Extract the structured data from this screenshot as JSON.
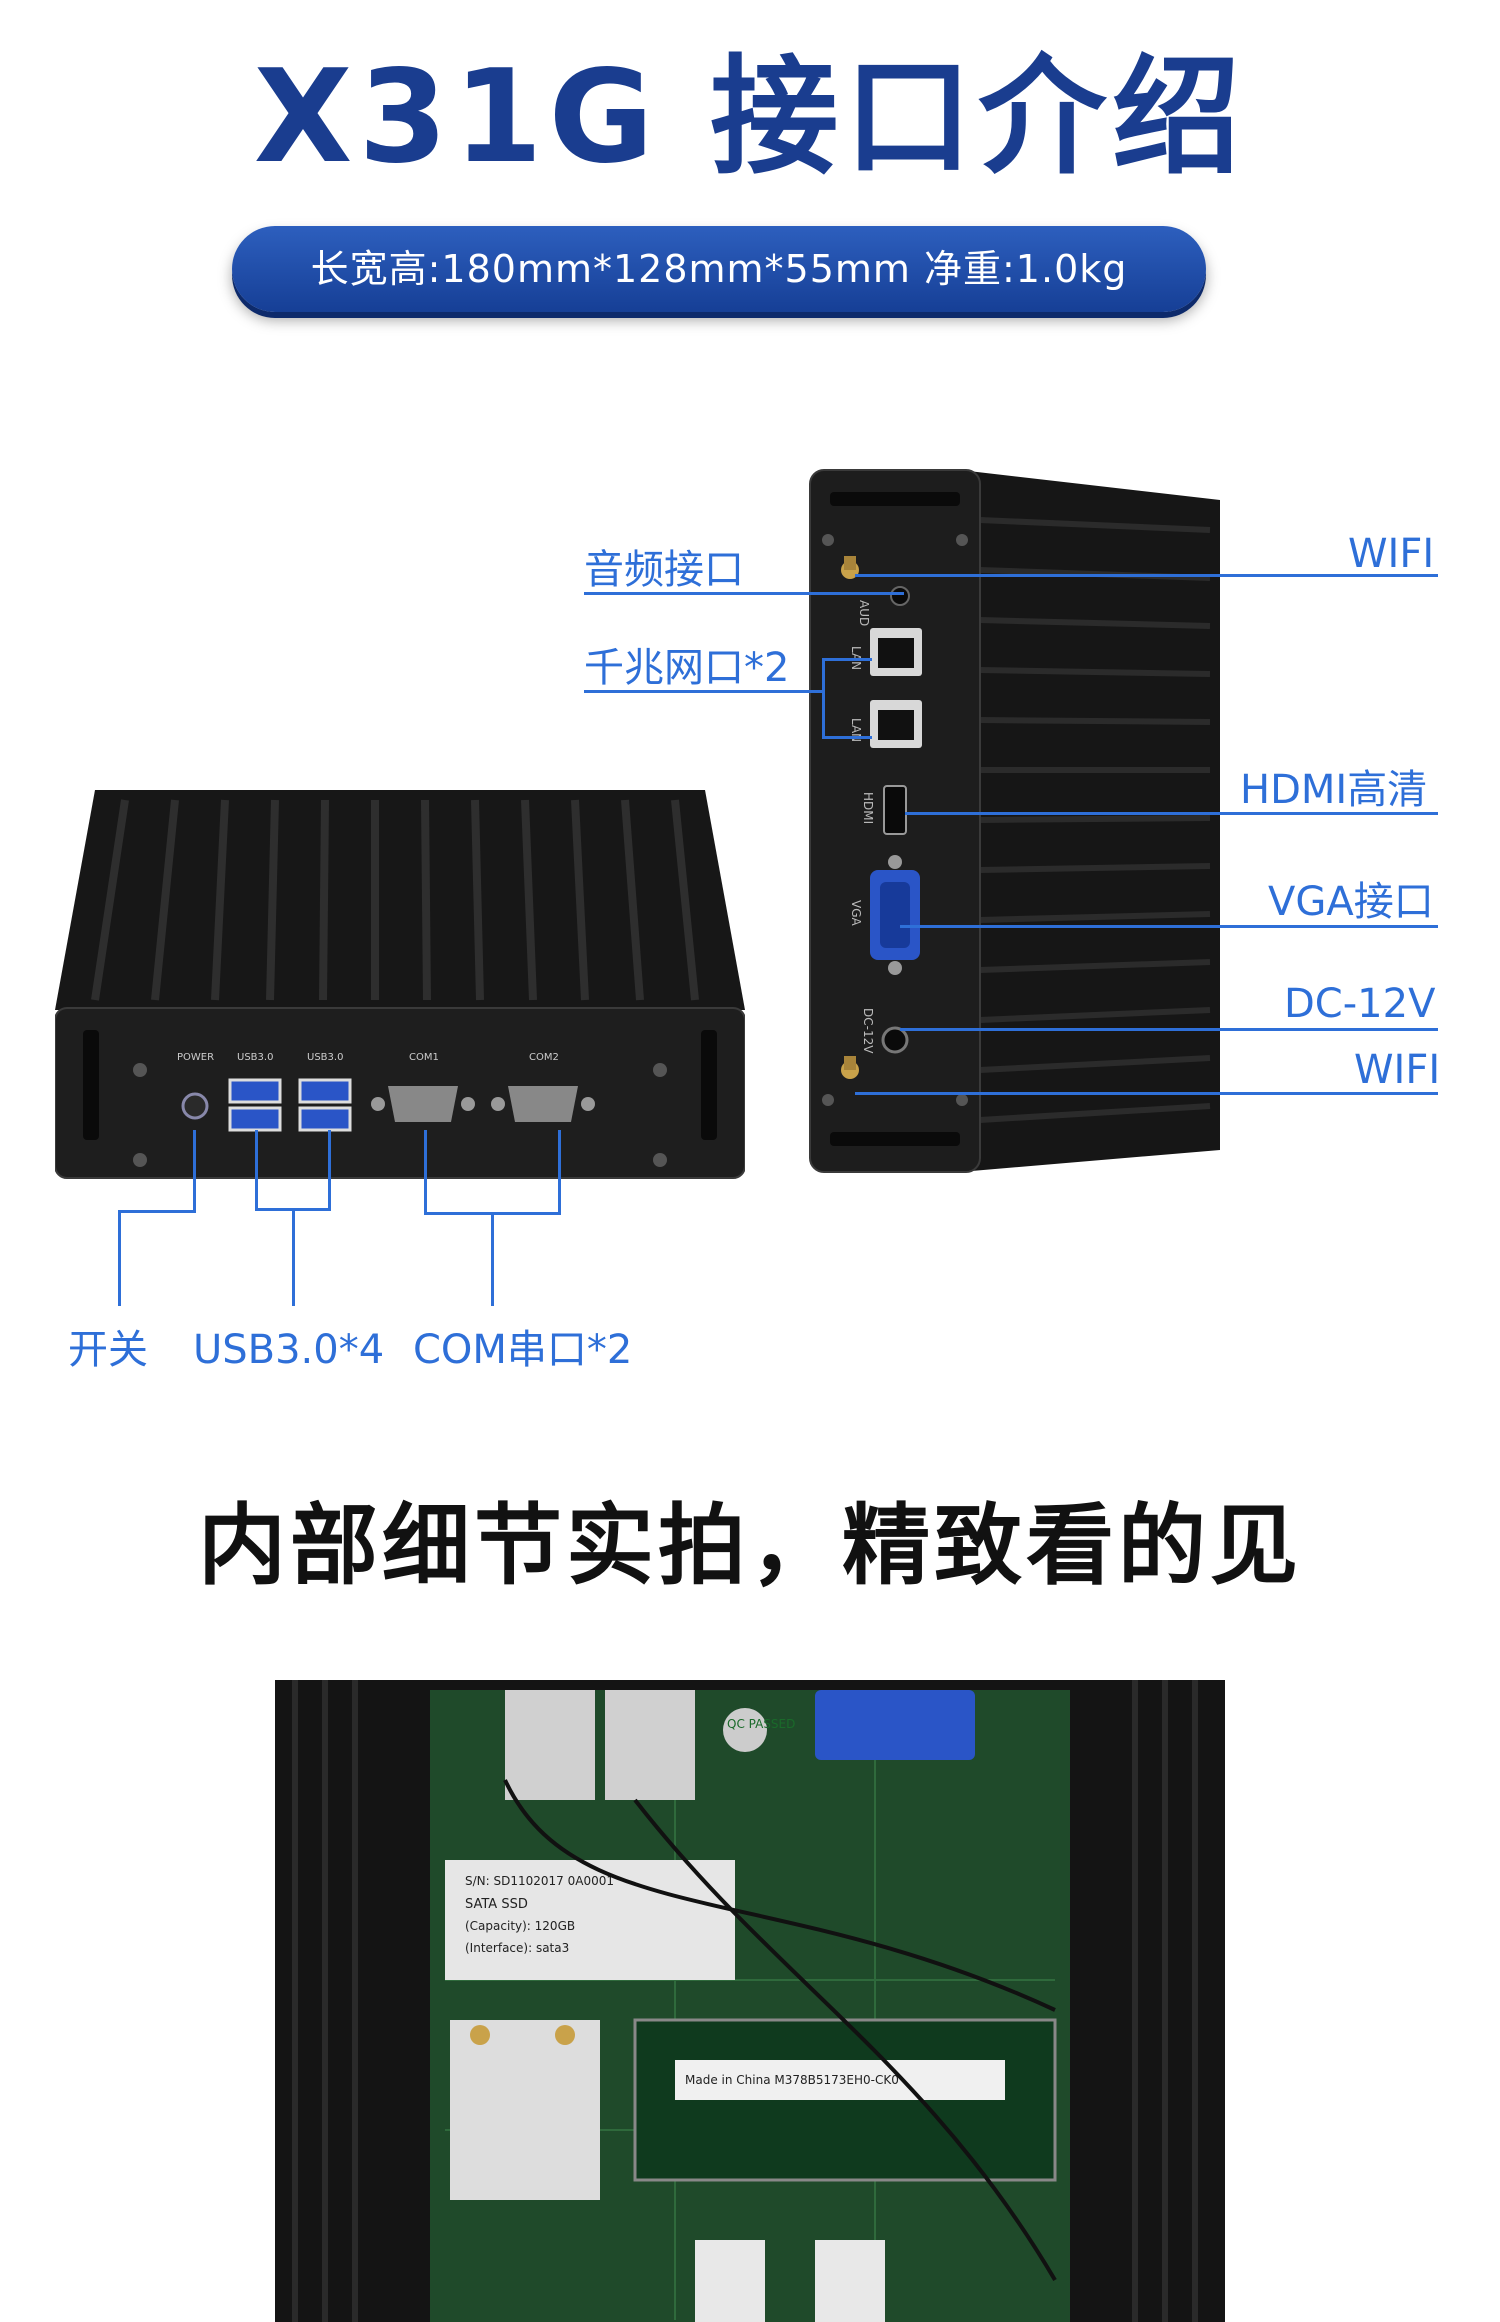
{
  "title": "X31G 接口介绍",
  "specs": "长宽高:180mm*128mm*55mm 净重:1.0kg",
  "rear_labels": {
    "audio": "音频接口",
    "lan": "千兆网口*2",
    "wifi_top": "WIFI",
    "hdmi": "HDMI高清",
    "vga": "VGA接口",
    "dc": "DC-12V",
    "wifi_bottom": "WIFI"
  },
  "rear_port_markings": {
    "audio": "AUD",
    "lan1": "LAN",
    "lan2": "LAN",
    "hdmi": "HDMI",
    "vga": "VGA",
    "dc": "DC-12V"
  },
  "front_labels": {
    "switch": "开关",
    "usb": "USB3.0*4",
    "com": "COM串口*2"
  },
  "front_port_markings": {
    "power": "POWER",
    "usb1": "USB3.0",
    "usb2": "USB3.0",
    "com1": "COM1",
    "com2": "COM2"
  },
  "section_heading": "内部细节实拍，精致看的见",
  "internal_photo": {
    "ssd_sn": "S/N: SD1102017 0A0001",
    "ssd_model": "SATA SSD",
    "ssd_capacity": "(Capacity): 120GB",
    "ssd_interface": "(Interface): sata3",
    "qc_sticker": "QC PASSED",
    "ram_text": "Made in China M378B5173EH0-CK0",
    "colors": {
      "board": "#1f4a2a",
      "chassis": "#141414"
    }
  },
  "colors": {
    "accent": "#2e6fd8",
    "title": "#1a3d8f",
    "chassis": "#1b1b1b"
  }
}
